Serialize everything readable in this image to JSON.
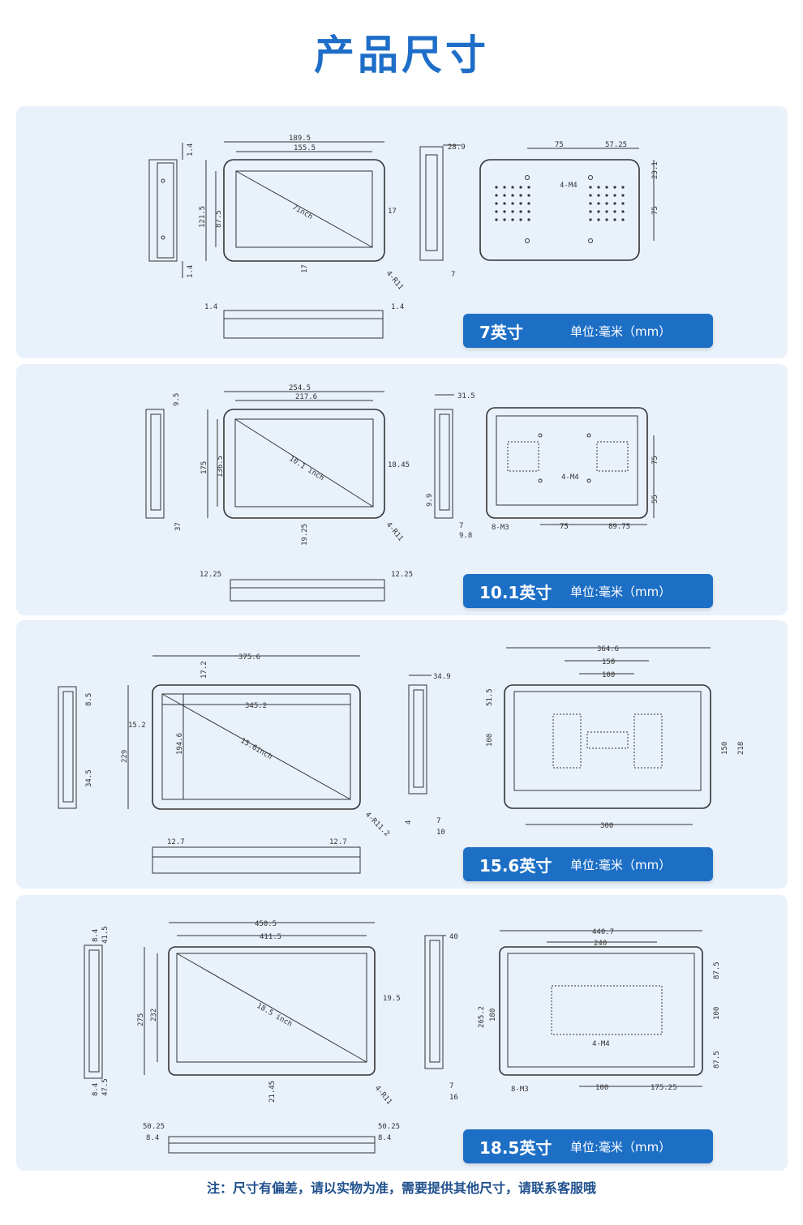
{
  "title": "产品尺寸",
  "note": "注：尺寸有偏差，请以实物为准，需要提供其他尺寸，请联系客服哦",
  "unit_label": "单位:毫米（mm）",
  "colors": {
    "accent": "#1d6fc6",
    "panel": "#e9f1fb",
    "line": "#333333"
  },
  "panels": [
    {
      "size_label": "7英寸",
      "diagonal": "7inch",
      "front": {
        "width": "189.5",
        "inner_width": "155.5",
        "height": "121.5",
        "inner_height": "87.5",
        "right": "17",
        "bottom": "17",
        "radius": "4-R11"
      },
      "side_left": {
        "top": "1.4",
        "bottom": "1.4"
      },
      "side_right": {
        "depth": "28.9",
        "bottom": "7"
      },
      "bottom_view": {
        "left": "1.4",
        "right": "1.4"
      },
      "back": {
        "a": "75",
        "b": "57.25",
        "c": "23.1",
        "d": "75",
        "holes": "4-M4"
      }
    },
    {
      "size_label": "10.1英寸",
      "diagonal": "10.1 inch",
      "front": {
        "width": "254.5",
        "inner_width": "217.6",
        "height": "175",
        "inner_height": "136.5",
        "right": "18.45",
        "bottom": "19.25",
        "radius": "4-R11"
      },
      "side_left": {
        "top": "9.5",
        "bottom": "37"
      },
      "side_right": {
        "depth": "31.5",
        "a": "9.9",
        "b": "7",
        "c": "9.8"
      },
      "bottom_view": {
        "left": "12.25",
        "right": "12.25"
      },
      "back": {
        "a": "75",
        "b": "89.75",
        "c": "75",
        "d": "55",
        "holes": "4-M4",
        "holes2": "8-M3"
      }
    },
    {
      "size_label": "15.6英寸",
      "diagonal": "15.6inch",
      "front": {
        "width": "375.6",
        "inner_width": "345.2",
        "height": "229",
        "inner_height": "194.6",
        "top": "17.2",
        "left": "15.2",
        "radius": "4-R11.2"
      },
      "side_left": {
        "top": "8.5",
        "bottom": "34.5"
      },
      "side_right": {
        "depth": "34.9",
        "a": "4",
        "b": "7",
        "c": "10"
      },
      "bottom_view": {
        "left": "12.7",
        "right": "12.7"
      },
      "back": {
        "w": "364.6",
        "a": "150",
        "b": "100",
        "c": "51.5",
        "d": "100",
        "e": "150",
        "f": "218",
        "g": "300"
      }
    },
    {
      "size_label": "18.5英寸",
      "diagonal": "18.5 inch",
      "front": {
        "width": "450.5",
        "inner_width": "411.5",
        "height": "275",
        "inner_height": "232",
        "right": "19.5",
        "bottom": "21.45",
        "radius": "4-R11"
      },
      "side_left": {
        "a": "8.4",
        "b": "41.5",
        "c": "8.4",
        "d": "47.5"
      },
      "side_right": {
        "depth": "40",
        "b": "7",
        "c": "16"
      },
      "bottom_view": {
        "a": "50.25",
        "b": "8.4",
        "c": "50.25",
        "d": "8.4"
      },
      "back": {
        "w": "440.7",
        "a": "240",
        "b": "265.2",
        "c": "180",
        "d": "87.5",
        "e": "100",
        "f": "87.5",
        "g": "100",
        "h": "175.25",
        "holes": "4-M4",
        "holes2": "8-M3"
      }
    }
  ]
}
